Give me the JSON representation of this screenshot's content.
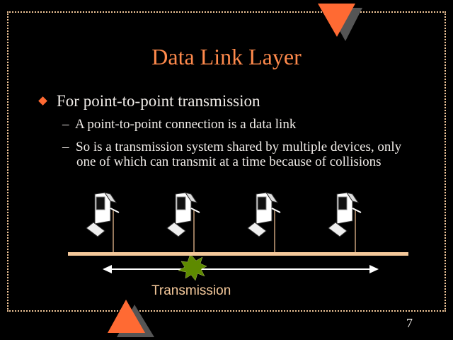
{
  "title": "Data Link Layer",
  "bullet": "For point-to-point transmission",
  "sub_items": [
    "A point-to-point connection is a data link",
    "So is a transmission system shared by multiple devices, only one of which can transmit at a time because of collisions"
  ],
  "dash": "–",
  "diagram": {
    "label": "Transmission",
    "computers": 4,
    "bus_color": "#f4c89a",
    "collision_color": "#5e8a00"
  },
  "page_number": "7",
  "colors": {
    "accent": "#ff6a33",
    "title": "#ff8a4c"
  }
}
